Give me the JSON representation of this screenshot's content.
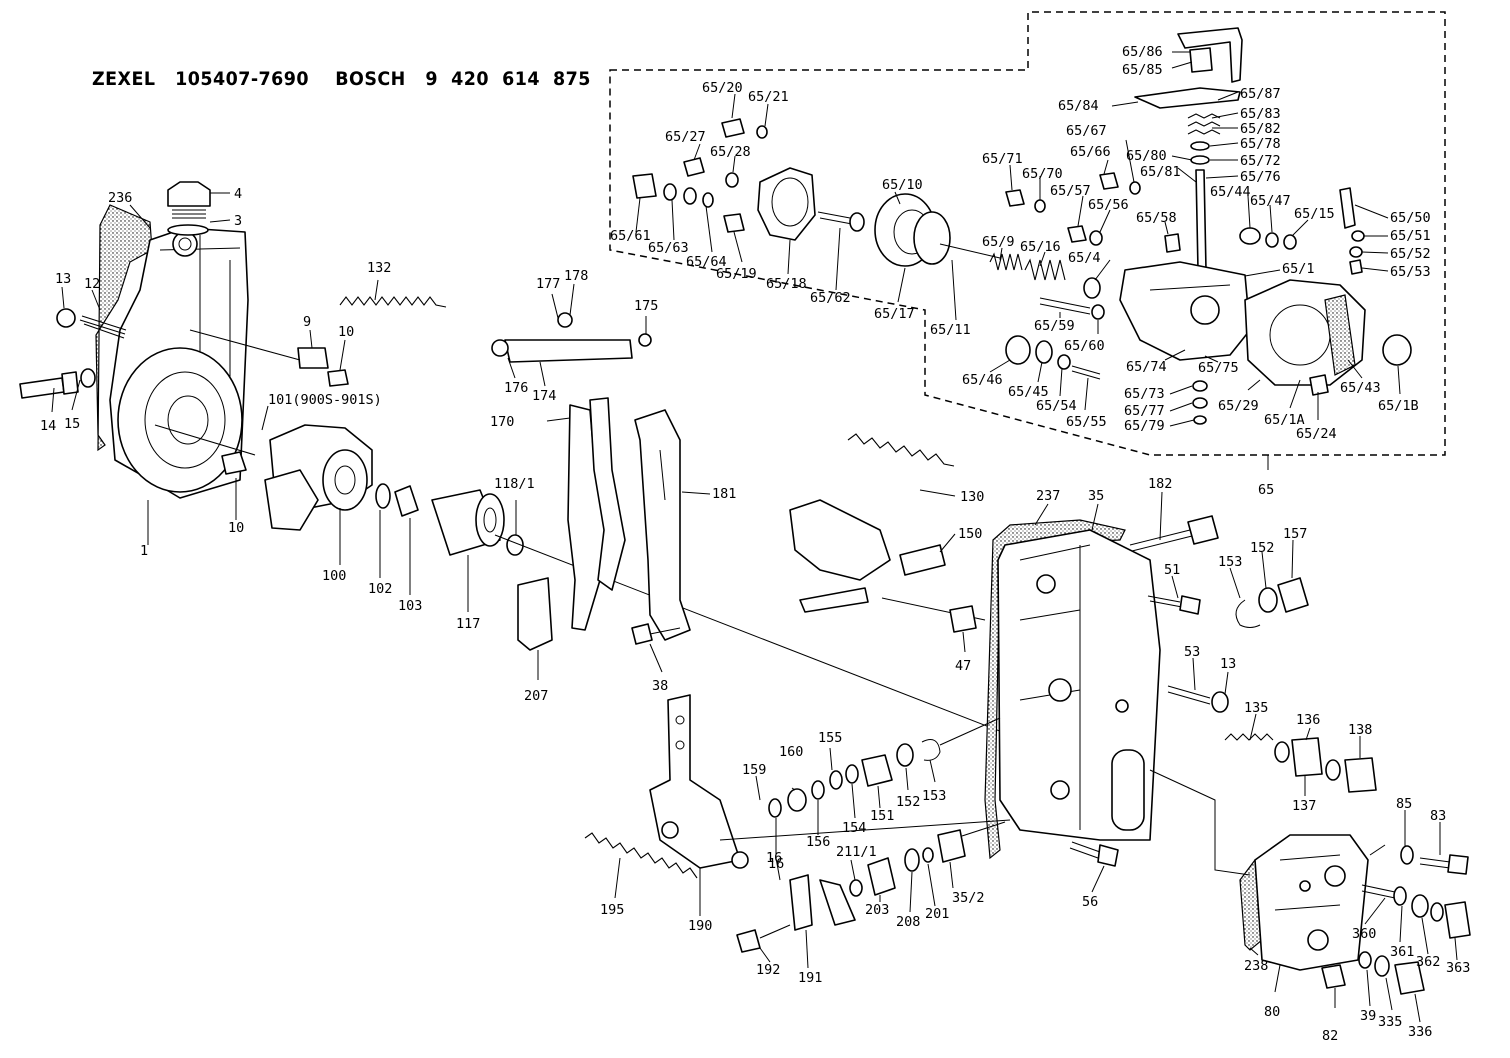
{
  "header": {
    "title": "ZEXEL   105407-7690    BOSCH   9  420  614  875"
  },
  "parts": [
    {
      "id": "p4",
      "label": "4"
    },
    {
      "id": "p3",
      "label": "3"
    },
    {
      "id": "p236",
      "label": "236"
    },
    {
      "id": "p13a",
      "label": "13"
    },
    {
      "id": "p12",
      "label": "12"
    },
    {
      "id": "p14",
      "label": "14"
    },
    {
      "id": "p15",
      "label": "15"
    },
    {
      "id": "p1",
      "label": "1"
    },
    {
      "id": "p132",
      "label": "132"
    },
    {
      "id": "p9",
      "label": "9"
    },
    {
      "id": "p10a",
      "label": "10"
    },
    {
      "id": "p101",
      "label": "101(900S-901S)"
    },
    {
      "id": "p10b",
      "label": "10"
    },
    {
      "id": "p100",
      "label": "100"
    },
    {
      "id": "p102",
      "label": "102"
    },
    {
      "id": "p103",
      "label": "103"
    },
    {
      "id": "p117",
      "label": "117"
    },
    {
      "id": "p118",
      "label": "118/1"
    },
    {
      "id": "p177",
      "label": "177"
    },
    {
      "id": "p178",
      "label": "178"
    },
    {
      "id": "p175",
      "label": "175"
    },
    {
      "id": "p176",
      "label": "176"
    },
    {
      "id": "p174",
      "label": "174"
    },
    {
      "id": "p170",
      "label": "170"
    },
    {
      "id": "p181",
      "label": "181"
    },
    {
      "id": "p207",
      "label": "207"
    },
    {
      "id": "p38",
      "label": "38"
    },
    {
      "id": "p130",
      "label": "130"
    },
    {
      "id": "p150",
      "label": "150"
    },
    {
      "id": "p47",
      "label": "47"
    },
    {
      "id": "p237",
      "label": "237"
    },
    {
      "id": "p35",
      "label": "35"
    },
    {
      "id": "p182",
      "label": "182"
    },
    {
      "id": "p51",
      "label": "51"
    },
    {
      "id": "p153a",
      "label": "153"
    },
    {
      "id": "p152a",
      "label": "152"
    },
    {
      "id": "p157",
      "label": "157"
    },
    {
      "id": "p53",
      "label": "53"
    },
    {
      "id": "p13b",
      "label": "13"
    },
    {
      "id": "p135",
      "label": "135"
    },
    {
      "id": "p136",
      "label": "136"
    },
    {
      "id": "p138",
      "label": "138"
    },
    {
      "id": "p137",
      "label": "137"
    },
    {
      "id": "p85",
      "label": "85"
    },
    {
      "id": "p83",
      "label": "83"
    },
    {
      "id": "p159",
      "label": "159"
    },
    {
      "id": "p160",
      "label": "160"
    },
    {
      "id": "p155",
      "label": "155"
    },
    {
      "id": "p16a",
      "label": "16"
    },
    {
      "id": "p156",
      "label": "156"
    },
    {
      "id": "p154",
      "label": "154"
    },
    {
      "id": "p151",
      "label": "151"
    },
    {
      "id": "p152b",
      "label": "152"
    },
    {
      "id": "p153b",
      "label": "153"
    },
    {
      "id": "p16b",
      "label": "16"
    },
    {
      "id": "p211",
      "label": "211/1"
    },
    {
      "id": "p203",
      "label": "203"
    },
    {
      "id": "p208",
      "label": "208"
    },
    {
      "id": "p201",
      "label": "201"
    },
    {
      "id": "p352",
      "label": "35/2"
    },
    {
      "id": "p56",
      "label": "56"
    },
    {
      "id": "p195",
      "label": "195"
    },
    {
      "id": "p190",
      "label": "190"
    },
    {
      "id": "p192",
      "label": "192"
    },
    {
      "id": "p191",
      "label": "191"
    },
    {
      "id": "p238",
      "label": "238"
    },
    {
      "id": "p80",
      "label": "80"
    },
    {
      "id": "p82",
      "label": "82"
    },
    {
      "id": "p39",
      "label": "39"
    },
    {
      "id": "p335",
      "label": "335"
    },
    {
      "id": "p336",
      "label": "336"
    },
    {
      "id": "p360",
      "label": "360"
    },
    {
      "id": "p361",
      "label": "361"
    },
    {
      "id": "p362",
      "label": "362"
    },
    {
      "id": "p363",
      "label": "363"
    },
    {
      "id": "p65",
      "label": "65"
    },
    {
      "id": "p6586",
      "label": "65/86"
    },
    {
      "id": "p6585",
      "label": "65/85"
    },
    {
      "id": "p6587",
      "label": "65/87"
    },
    {
      "id": "p6584",
      "label": "65/84"
    },
    {
      "id": "p6583",
      "label": "65/83"
    },
    {
      "id": "p6582",
      "label": "65/82"
    },
    {
      "id": "p6578",
      "label": "65/78"
    },
    {
      "id": "p6580",
      "label": "65/80"
    },
    {
      "id": "p6572",
      "label": "65/72"
    },
    {
      "id": "p6581",
      "label": "65/81"
    },
    {
      "id": "p6576",
      "label": "65/76"
    },
    {
      "id": "p6567",
      "label": "65/67"
    },
    {
      "id": "p6566",
      "label": "65/66"
    },
    {
      "id": "p6571",
      "label": "65/71"
    },
    {
      "id": "p6570",
      "label": "65/70"
    },
    {
      "id": "p6520",
      "label": "65/20"
    },
    {
      "id": "p6521",
      "label": "65/21"
    },
    {
      "id": "p6527",
      "label": "65/27"
    },
    {
      "id": "p6528",
      "label": "65/28"
    },
    {
      "id": "p6510",
      "label": "65/10"
    },
    {
      "id": "p6561",
      "label": "65/61"
    },
    {
      "id": "p6563",
      "label": "65/63"
    },
    {
      "id": "p6564",
      "label": "65/64"
    },
    {
      "id": "p6519",
      "label": "65/19"
    },
    {
      "id": "p6518",
      "label": "65/18"
    },
    {
      "id": "p6562",
      "label": "65/62"
    },
    {
      "id": "p6517",
      "label": "65/17"
    },
    {
      "id": "p6511",
      "label": "65/11"
    },
    {
      "id": "p659",
      "label": "65/9"
    },
    {
      "id": "p6516",
      "label": "65/16"
    },
    {
      "id": "p6557",
      "label": "65/57"
    },
    {
      "id": "p6556",
      "label": "65/56"
    },
    {
      "id": "p6558",
      "label": "65/58"
    },
    {
      "id": "p654",
      "label": "65/4"
    },
    {
      "id": "p6544",
      "label": "65/44"
    },
    {
      "id": "p6547",
      "label": "65/47"
    },
    {
      "id": "p6515",
      "label": "65/15"
    },
    {
      "id": "p6550",
      "label": "65/50"
    },
    {
      "id": "p6551",
      "label": "65/51"
    },
    {
      "id": "p6552",
      "label": "65/52"
    },
    {
      "id": "p6553",
      "label": "65/53"
    },
    {
      "id": "p651",
      "label": "65/1"
    },
    {
      "id": "p6559",
      "label": "65/59"
    },
    {
      "id": "p6560",
      "label": "65/60"
    },
    {
      "id": "p6546",
      "label": "65/46"
    },
    {
      "id": "p6545",
      "label": "65/45"
    },
    {
      "id": "p6554",
      "label": "65/54"
    },
    {
      "id": "p6555",
      "label": "65/55"
    },
    {
      "id": "p6574",
      "label": "65/74"
    },
    {
      "id": "p6575",
      "label": "65/75"
    },
    {
      "id": "p6573",
      "label": "65/73"
    },
    {
      "id": "p6577",
      "label": "65/77"
    },
    {
      "id": "p6579",
      "label": "65/79"
    },
    {
      "id": "p6529",
      "label": "65/29"
    },
    {
      "id": "p651a",
      "label": "65/1A"
    },
    {
      "id": "p6524",
      "label": "65/24"
    },
    {
      "id": "p6543",
      "label": "65/43"
    },
    {
      "id": "p651b",
      "label": "65/1B"
    }
  ]
}
